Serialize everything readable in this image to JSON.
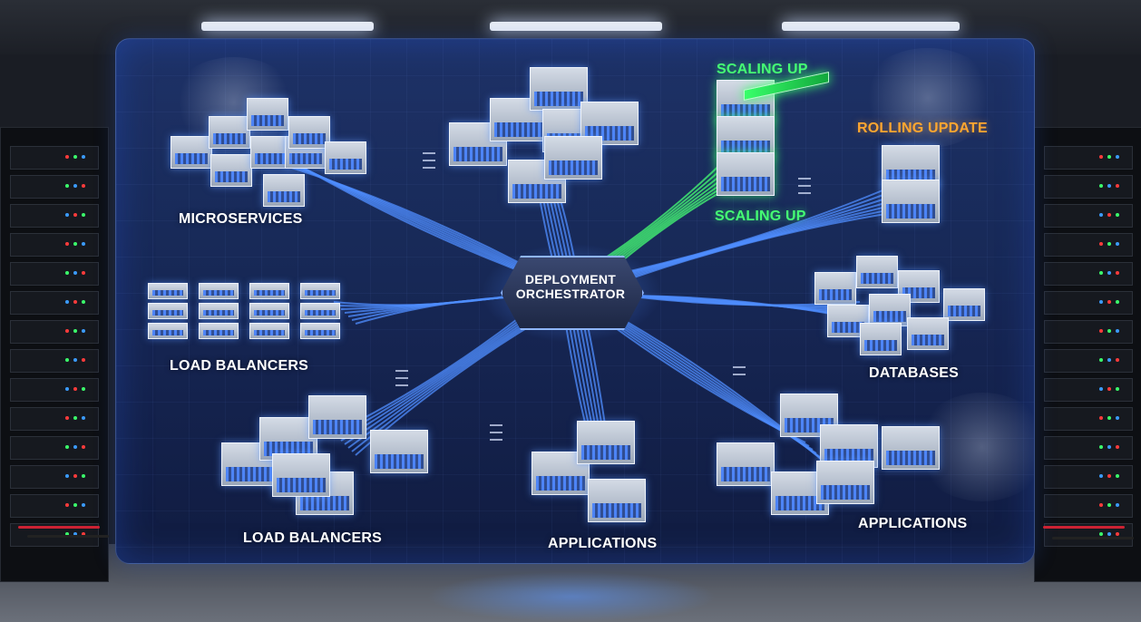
{
  "diagram": {
    "hub": {
      "line1": "DEPLOYMENT",
      "line2": "ORCHESTRATOR"
    },
    "labels": {
      "microservices": "MICROSERVICES",
      "load_balancers_left": "LOAD BALANCERS",
      "load_balancers_bottom": "LOAD BALANCERS",
      "applications_bottom": "APPLICATIONS",
      "applications_right": "APPLICATIONS",
      "databases": "DATABASES",
      "scaling_up_top": "SCALING UP",
      "scaling_up_mid": "SCALING UP",
      "rolling_update": "ROLLING UPDATE"
    },
    "colors": {
      "link_blue": "#4f8dff",
      "scaling_green": "#45ff74",
      "rolling_orange": "#ffa630"
    }
  }
}
